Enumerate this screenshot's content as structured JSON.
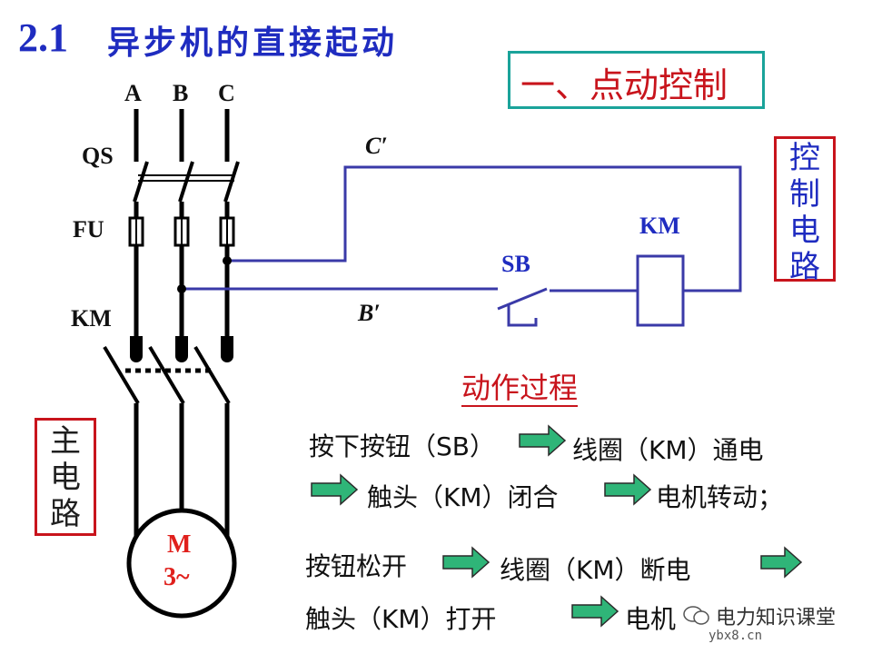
{
  "header": {
    "section_number": "2.1",
    "section_title": "异步机的直接起动"
  },
  "subtitle": "一、点动控制",
  "labels": {
    "phase_a": "A",
    "phase_b": "B",
    "phase_c": "C",
    "qs": "QS",
    "fu": "FU",
    "km_main": "KM",
    "c_prime": "C′",
    "b_prime": "B′",
    "sb": "SB",
    "km_coil": "KM"
  },
  "control_circuit_label": [
    "控",
    "制",
    "电",
    "路"
  ],
  "main_circuit_label": [
    "主",
    "电",
    "路"
  ],
  "motor": {
    "line1": "M",
    "line2": "3~"
  },
  "process": {
    "title": "动作过程",
    "steps": [
      {
        "a": "按下按钮（SB）",
        "b": "线圈（KM）通电"
      },
      {
        "a": "触头（KM）闭合",
        "b": "电机转动；"
      },
      {
        "a": "按钮松开",
        "b": "线圈（KM）断电"
      },
      {
        "a": "触头（KM）打开",
        "b": "电机"
      }
    ]
  },
  "watermark": {
    "text": "电力知识课堂",
    "site": "ybx8.cn"
  },
  "colors": {
    "blue": "#1f2cc0",
    "red": "#c8141c",
    "teal_border": "#1aa39a",
    "arrow_fill": "#2fb578",
    "wire_black": "#000000",
    "control_wire": "#3a3aa8"
  }
}
